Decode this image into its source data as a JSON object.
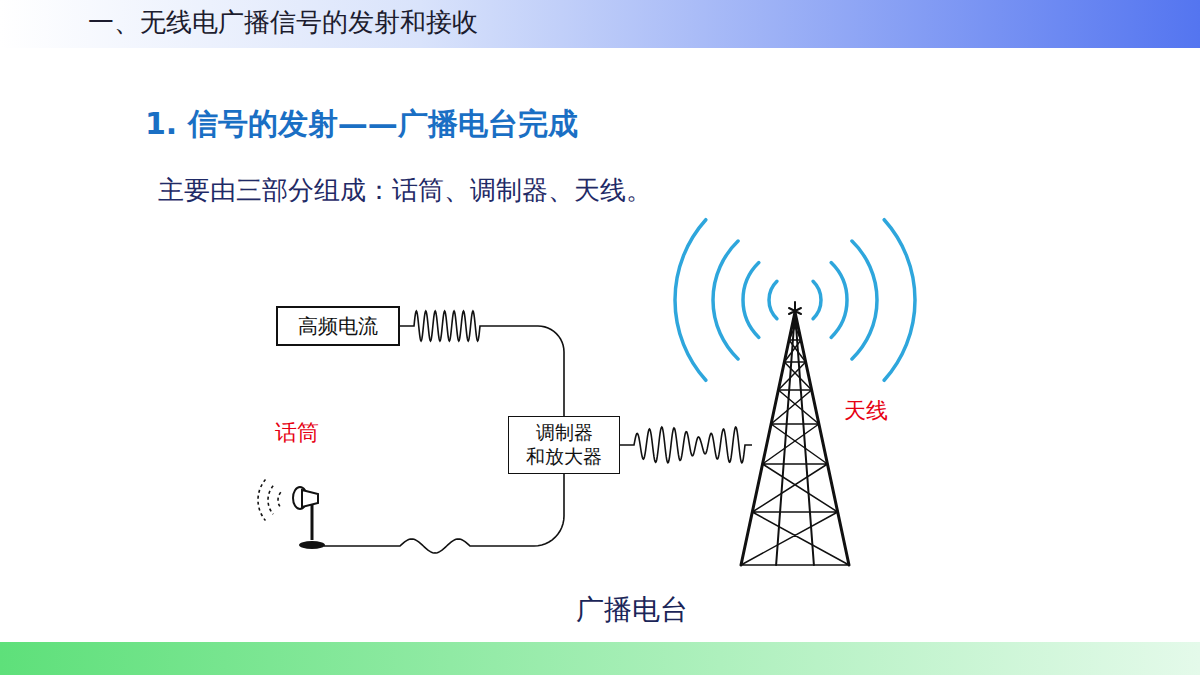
{
  "diagram": {
    "title": "一、无线电广播信号的发射和接收",
    "caption": "广播电台",
    "nodes": [
      {
        "text": [
          "高频电流"
        ]
      },
      {
        "text": [
          "调制器 和放大器"
        ]
      }
    ],
    "edges": [
      {
        "from": 0,
        "to": 1,
        "arrow": "none"
      }
    ],
    "labels": [
      "1. 信号的发射——广播电台完成",
      "主要由三部分组成：话筒、调制器、天线。",
      "话筒",
      "天线"
    ]
  }
}
